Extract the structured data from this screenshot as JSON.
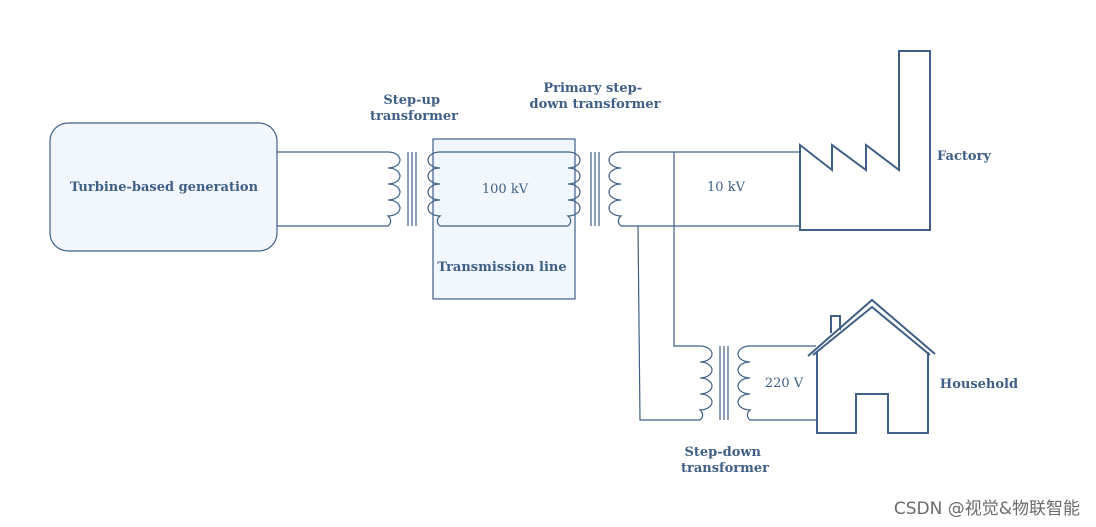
{
  "nodes": {
    "generation": "Turbine-based generation",
    "step_up": [
      "Step-up",
      "transformer"
    ],
    "primary_step_down": [
      "Primary step-",
      "down transformer"
    ],
    "transmission_line": "Transmission line",
    "factory": "Factory",
    "household": "Household",
    "step_down": [
      "Step-down",
      "transformer"
    ]
  },
  "voltages": {
    "transmission": "100 kV",
    "distribution": "10 kV",
    "household": "220 V"
  },
  "watermark": "CSDN @视觉&物联智能",
  "colors": {
    "stroke": "#3f5f86",
    "fill": "#f2f7fd"
  }
}
